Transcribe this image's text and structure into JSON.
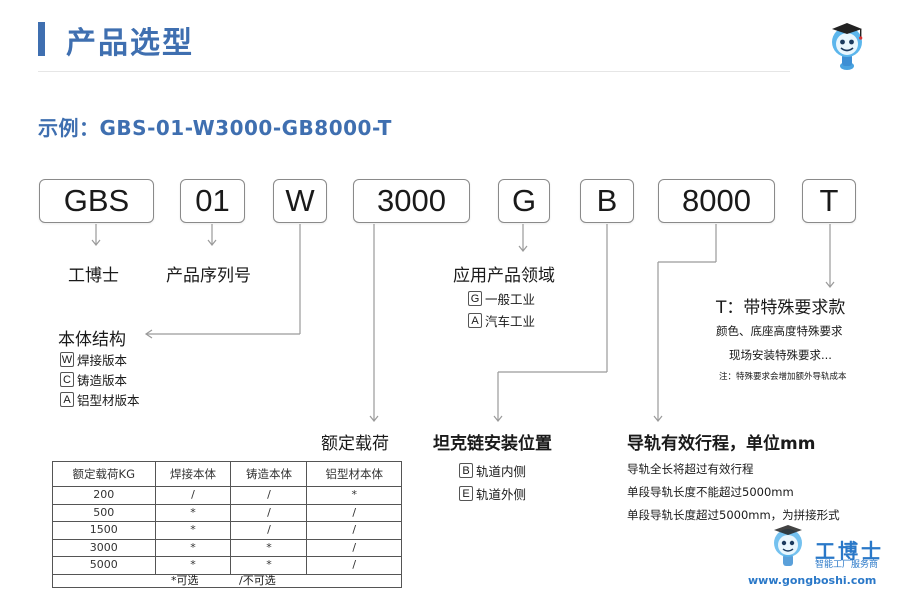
{
  "header": {
    "title": "产品选型"
  },
  "example": "示例：GBS-01-W3000-GB8000-T",
  "codes": [
    "GBS",
    "01",
    "W",
    "3000",
    "G",
    "B",
    "8000",
    "T"
  ],
  "labels": {
    "gbs": "工博士",
    "serial": "产品序列号",
    "structure": "本体结构",
    "application": "应用产品领域",
    "load": "额定载荷",
    "tank_chain": "坦克链安装位置",
    "rail": "导轨有效行程，单位mm",
    "special": "T：带特殊要求款"
  },
  "structure_options": [
    {
      "letter": "W",
      "text": "焊接版本"
    },
    {
      "letter": "C",
      "text": "铸造版本"
    },
    {
      "letter": "A",
      "text": "铝型材版本"
    }
  ],
  "application_options": [
    {
      "letter": "G",
      "text": "一般工业"
    },
    {
      "letter": "A",
      "text": "汽车工业"
    }
  ],
  "tank_chain_options": [
    {
      "letter": "B",
      "text": "轨道内侧"
    },
    {
      "letter": "E",
      "text": "轨道外侧"
    }
  ],
  "special_notes": [
    "颜色、底座高度特殊要求",
    "现场安装特殊要求...",
    "注：特殊要求会增加额外导轨成本"
  ],
  "rail_notes": [
    "导轨全长将超过有效行程",
    "单段导轨长度不能超过5000mm",
    "单段导轨长度超过5000mm，为拼接形式"
  ],
  "table": {
    "headers": [
      "额定载荷KG",
      "焊接本体",
      "铸造本体",
      "铝型材本体"
    ],
    "rows": [
      [
        "200",
        "/",
        "/",
        "*"
      ],
      [
        "500",
        "*",
        "/",
        "/"
      ],
      [
        "1500",
        "*",
        "/",
        "/"
      ],
      [
        "3000",
        "*",
        "*",
        "/"
      ],
      [
        "5000",
        "*",
        "*",
        "/"
      ]
    ],
    "legend_yes": "*可选",
    "legend_no": "/不可选"
  },
  "watermark": {
    "brand": "工博士",
    "tagline": "智能工厂服务商",
    "url": "www.gongboshi.com"
  },
  "colors": {
    "accent": "#3f6fb0",
    "watermark": "#2a78c8",
    "line": "#9a9a9a"
  }
}
